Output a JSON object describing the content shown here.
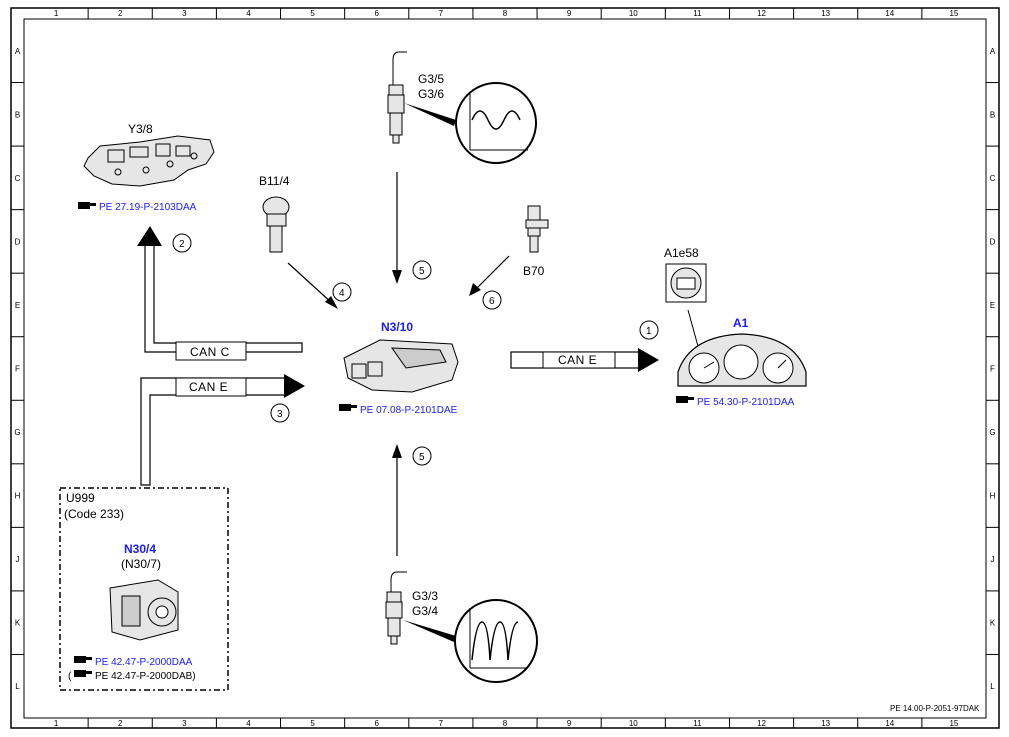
{
  "frame": {
    "columns": [
      "1",
      "2",
      "3",
      "4",
      "5",
      "6",
      "7",
      "8",
      "9",
      "10",
      "11",
      "12",
      "13",
      "14",
      "15"
    ],
    "rows": [
      "A",
      "B",
      "C",
      "D",
      "E",
      "F",
      "G",
      "H",
      "J",
      "K",
      "L"
    ],
    "footer_code": "PE 14.00-P-2051-97DAK"
  },
  "components": {
    "y3_8": {
      "label": "Y3/8",
      "ref": "PE 27.19-P-2103DAA"
    },
    "b11_4": {
      "label": "B11/4"
    },
    "g3_5": {
      "label1": "G3/5",
      "label2": "G3/6"
    },
    "b70": {
      "label": "B70"
    },
    "n3_10": {
      "label": "N3/10",
      "ref": "PE 07.08-P-2101DAE"
    },
    "a1e58": {
      "label": "A1e58"
    },
    "a1": {
      "label": "A1",
      "ref": "PE 54.30-P-2101DAA"
    },
    "u999": {
      "label1": "U999",
      "label2": "(Code 233)",
      "n30_4": "N30/4",
      "n30_7": "(N30/7)",
      "ref1": "PE 42.47-P-2000DAA",
      "ref2_open": "(",
      "ref2": "PE 42.47-P-2000DAB)"
    },
    "g3_3": {
      "label1": "G3/3",
      "label2": "G3/4"
    }
  },
  "buses": {
    "can_c": "CAN C",
    "can_e_left": "CAN E",
    "can_e_right": "CAN E"
  },
  "callouts": {
    "c1": "1",
    "c2": "2",
    "c3": "3",
    "c4": "4",
    "c5_top": "5",
    "c5_bottom": "5",
    "c6": "6"
  },
  "colors": {
    "accent_blue": "#1a1aff",
    "line": "#000000"
  }
}
